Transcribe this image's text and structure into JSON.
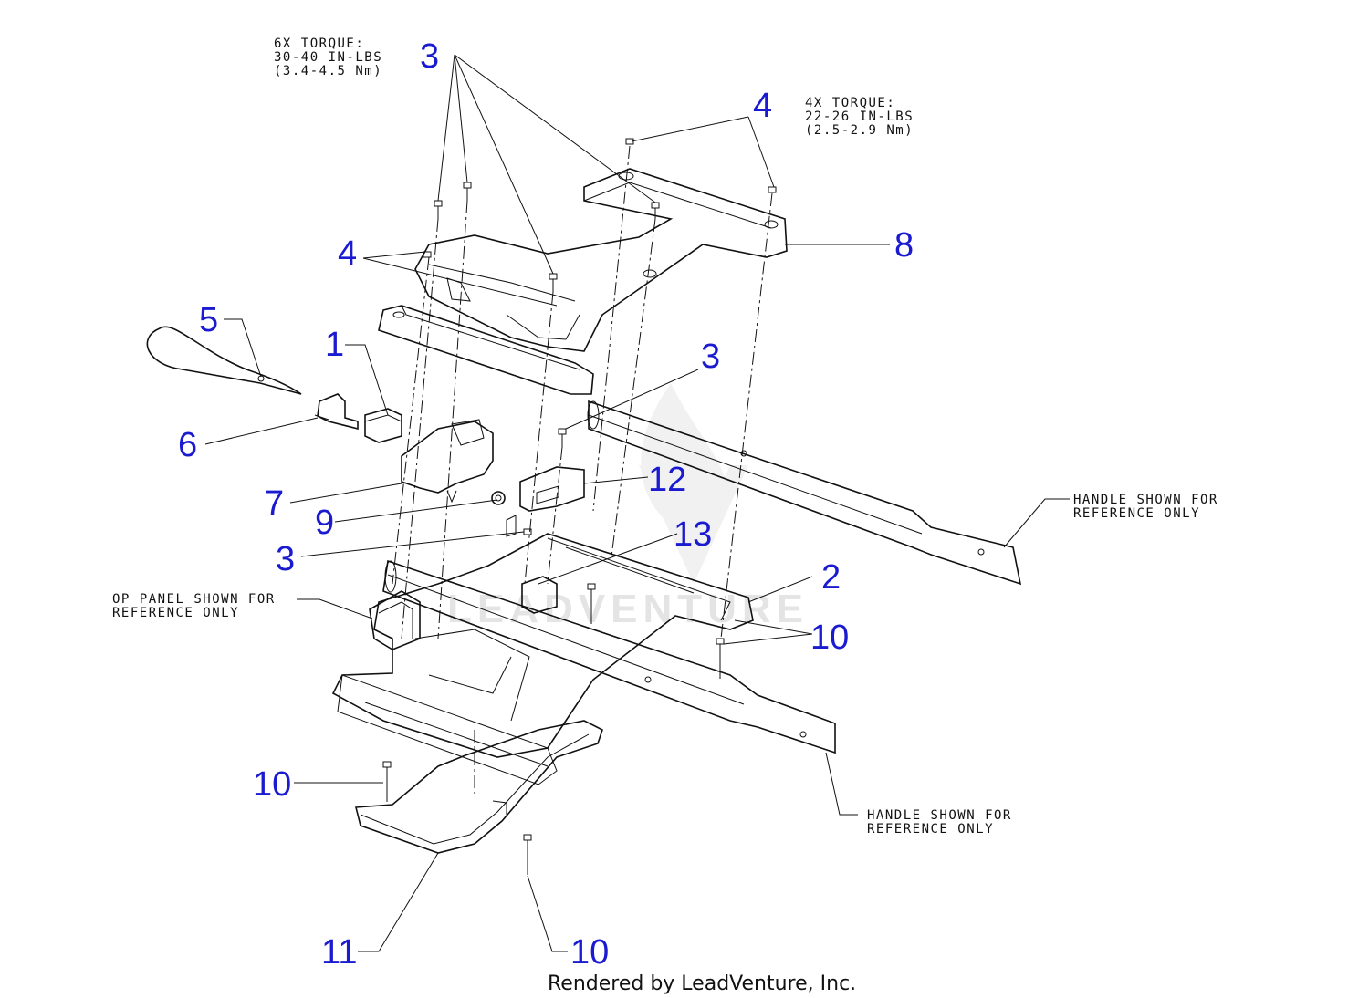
{
  "callouts": {
    "c3_top": "3",
    "c4_top": "4",
    "c4_left": "4",
    "c8": "8",
    "c5": "5",
    "c1": "1",
    "c3_mid": "3",
    "c6": "6",
    "c12": "12",
    "c7": "7",
    "c9": "9",
    "c3_low": "3",
    "c13": "13",
    "c2": "2",
    "c10_right": "10",
    "c10_left": "10",
    "c11": "11",
    "c10_bottom": "10"
  },
  "notes": {
    "torque6": [
      "6X TORQUE:",
      "30-40 IN-LBS",
      "(3.4-4.5 Nm)"
    ],
    "torque4": [
      "4X TORQUE:",
      "22-26 IN-LBS",
      "(2.5-2.9 Nm)"
    ],
    "handle_right": [
      "HANDLE SHOWN FOR",
      "REFERENCE ONLY"
    ],
    "op_panel": [
      "OP PANEL SHOWN FOR",
      "REFERENCE ONLY"
    ],
    "handle_bottom": [
      "HANDLE SHOWN FOR",
      "REFERENCE ONLY"
    ]
  },
  "watermark": "LEADVENTURE",
  "credit": "Rendered by LeadVenture, Inc."
}
